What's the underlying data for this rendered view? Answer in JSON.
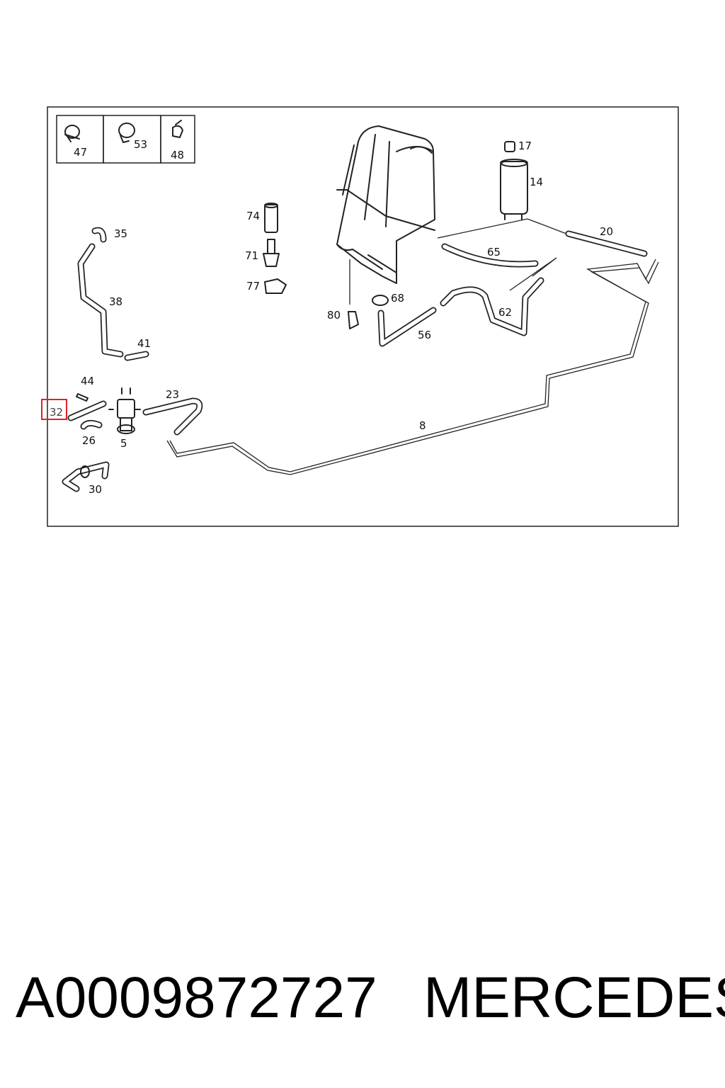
{
  "diagram": {
    "inset_labels": [
      "47",
      "53",
      "48"
    ],
    "callouts": {
      "c17": "17",
      "c14": "14",
      "c20": "20",
      "c65": "65",
      "c62": "62",
      "c74": "74",
      "c71": "71",
      "c77": "77",
      "c68": "68",
      "c80": "80",
      "c56": "56",
      "c35": "35",
      "c38": "38",
      "c41": "41",
      "c44": "44",
      "c23": "23",
      "c26": "26",
      "c5": "5",
      "c8": "8",
      "c30": "30"
    },
    "highlighted_callout": "32",
    "highlight_color": "#e0202a"
  },
  "caption": {
    "part_number": "A0009872727",
    "brand": "MERCEDES"
  }
}
